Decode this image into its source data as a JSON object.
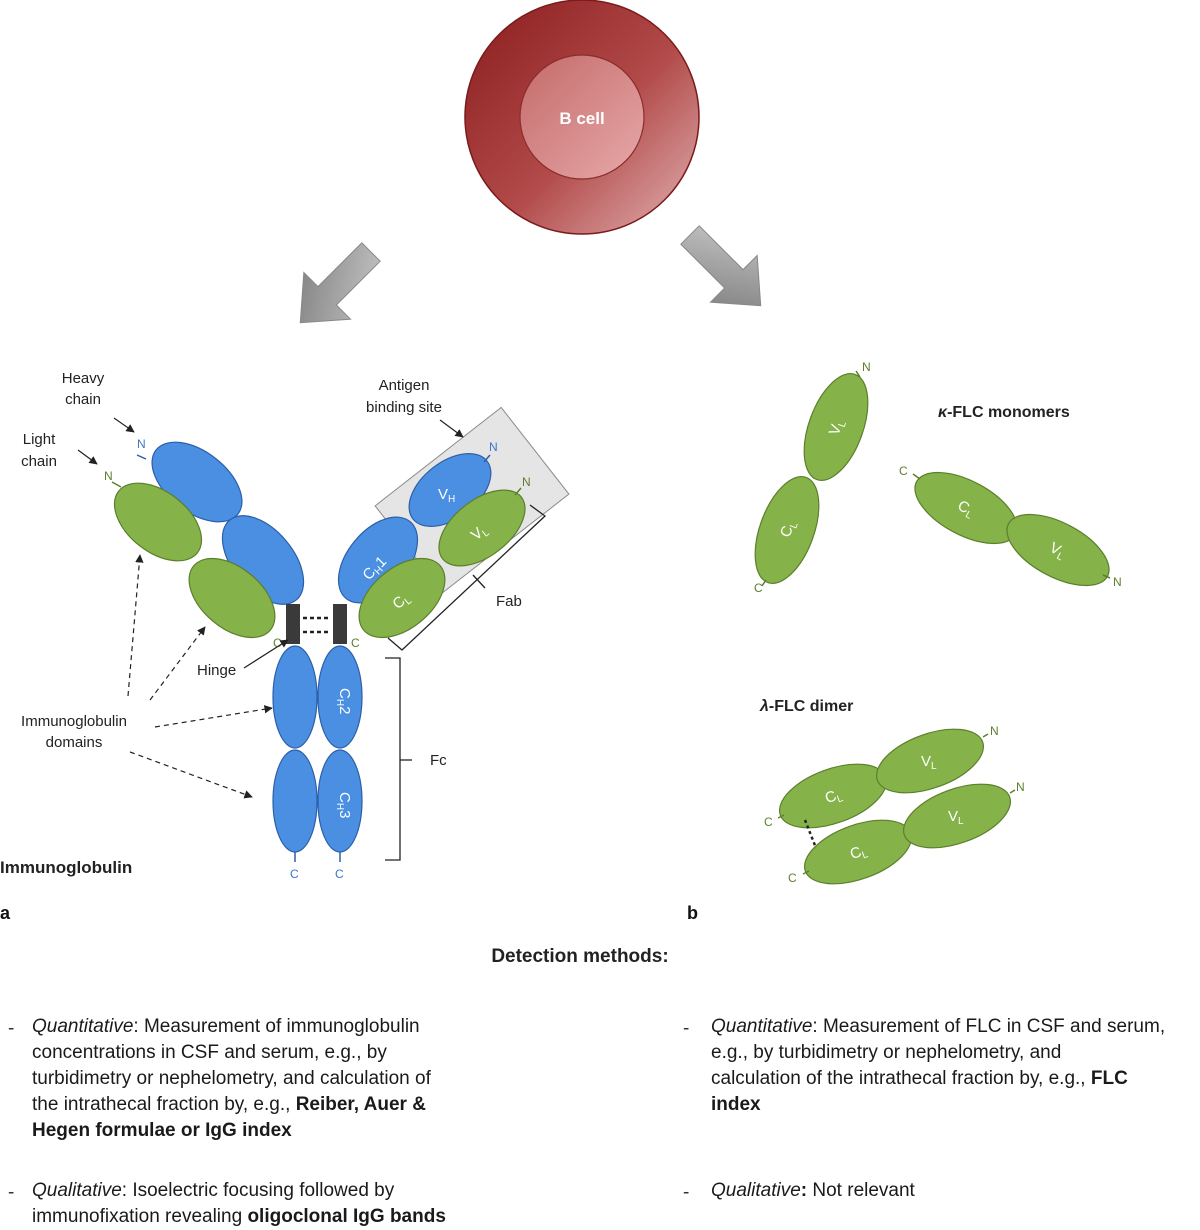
{
  "cell": {
    "label": "B cell"
  },
  "panel_a": {
    "letter": "a",
    "title": "Immunoglobulin",
    "labels": {
      "heavy_chain": [
        "Heavy",
        "chain"
      ],
      "light_chain": [
        "Light",
        "chain"
      ],
      "antigen_site": [
        "Antigen",
        "binding site"
      ],
      "fab": "Fab",
      "fc": "Fc",
      "hinge": "Hinge",
      "domains": [
        "Immunoglobulin",
        "domains"
      ],
      "terminal_n": "N",
      "terminal_c": "C"
    },
    "domain_labels": {
      "vh": "V",
      "vh_sub": "H",
      "vl": "V",
      "vl_sub": "L",
      "ch1": "C",
      "ch1_sub": "H",
      "ch1_num": "1",
      "cl": "C",
      "cl_sub": "L",
      "ch2": "C",
      "ch2_sub": "H",
      "ch2_num": "2",
      "ch3": "C",
      "ch3_sub": "H",
      "ch3_num": "3"
    }
  },
  "panel_b": {
    "letter": "b",
    "kappa_title_sym": "κ",
    "kappa_title_rest": "-FLC monomers",
    "lambda_title_sym": "λ",
    "lambda_title_rest": "-FLC dimer"
  },
  "methods": {
    "heading": "Detection methods:",
    "left": [
      {
        "type": "Quantitative",
        "lines": [
          [
            {
              "t": "Quantitative",
              "s": "i"
            },
            {
              "t": ": Measurement of immunoglobulin",
              "s": "n"
            }
          ],
          [
            {
              "t": "concentrations in CSF and serum, e.g., by",
              "s": "n"
            }
          ],
          [
            {
              "t": "turbidimetry or nephelometry, and calculation of",
              "s": "n"
            }
          ],
          [
            {
              "t": "the intrathecal fraction by, e.g., ",
              "s": "n"
            },
            {
              "t": "Reiber, Auer &",
              "s": "b"
            }
          ],
          [
            {
              "t": "Hegen formulae or IgG index",
              "s": "b"
            }
          ]
        ]
      },
      {
        "type": "Qualitative",
        "lines": [
          [
            {
              "t": "Qualitative",
              "s": "i"
            },
            {
              "t": ": Isoelectric focusing followed by",
              "s": "n"
            }
          ],
          [
            {
              "t": "immunofixation revealing ",
              "s": "n"
            },
            {
              "t": "oligoclonal IgG bands",
              "s": "b"
            }
          ]
        ]
      }
    ],
    "right": [
      {
        "type": "Quantitative",
        "lines": [
          [
            {
              "t": "Quantitative",
              "s": "i"
            },
            {
              "t": ": Measurement of FLC in CSF and serum,",
              "s": "n"
            }
          ],
          [
            {
              "t": "e.g., by turbidimetry or nephelometry, and",
              "s": "n"
            }
          ],
          [
            {
              "t": "calculation of the intrathecal fraction by, e.g., ",
              "s": "n"
            },
            {
              "t": "FLC",
              "s": "b"
            }
          ],
          [
            {
              "t": "index",
              "s": "b"
            }
          ]
        ]
      },
      {
        "type": "Qualitative",
        "lines": [
          [
            {
              "t": "Qualitative",
              "s": "i"
            },
            {
              "t": ": ",
              "s": "b"
            },
            {
              "t": "Not relevant",
              "s": "n"
            }
          ]
        ]
      }
    ],
    "bullet": "-"
  },
  "colors": {
    "heavy_fill": "#4a8fe2",
    "heavy_stroke": "#2c5fa8",
    "light_fill": "#86b24a",
    "light_stroke": "#5c7f2c",
    "cell_dark": "#9a2a2a",
    "cell_light": "#d48a8a",
    "arrow": "#9a9a9a",
    "hinge": "#3a3a3a"
  }
}
